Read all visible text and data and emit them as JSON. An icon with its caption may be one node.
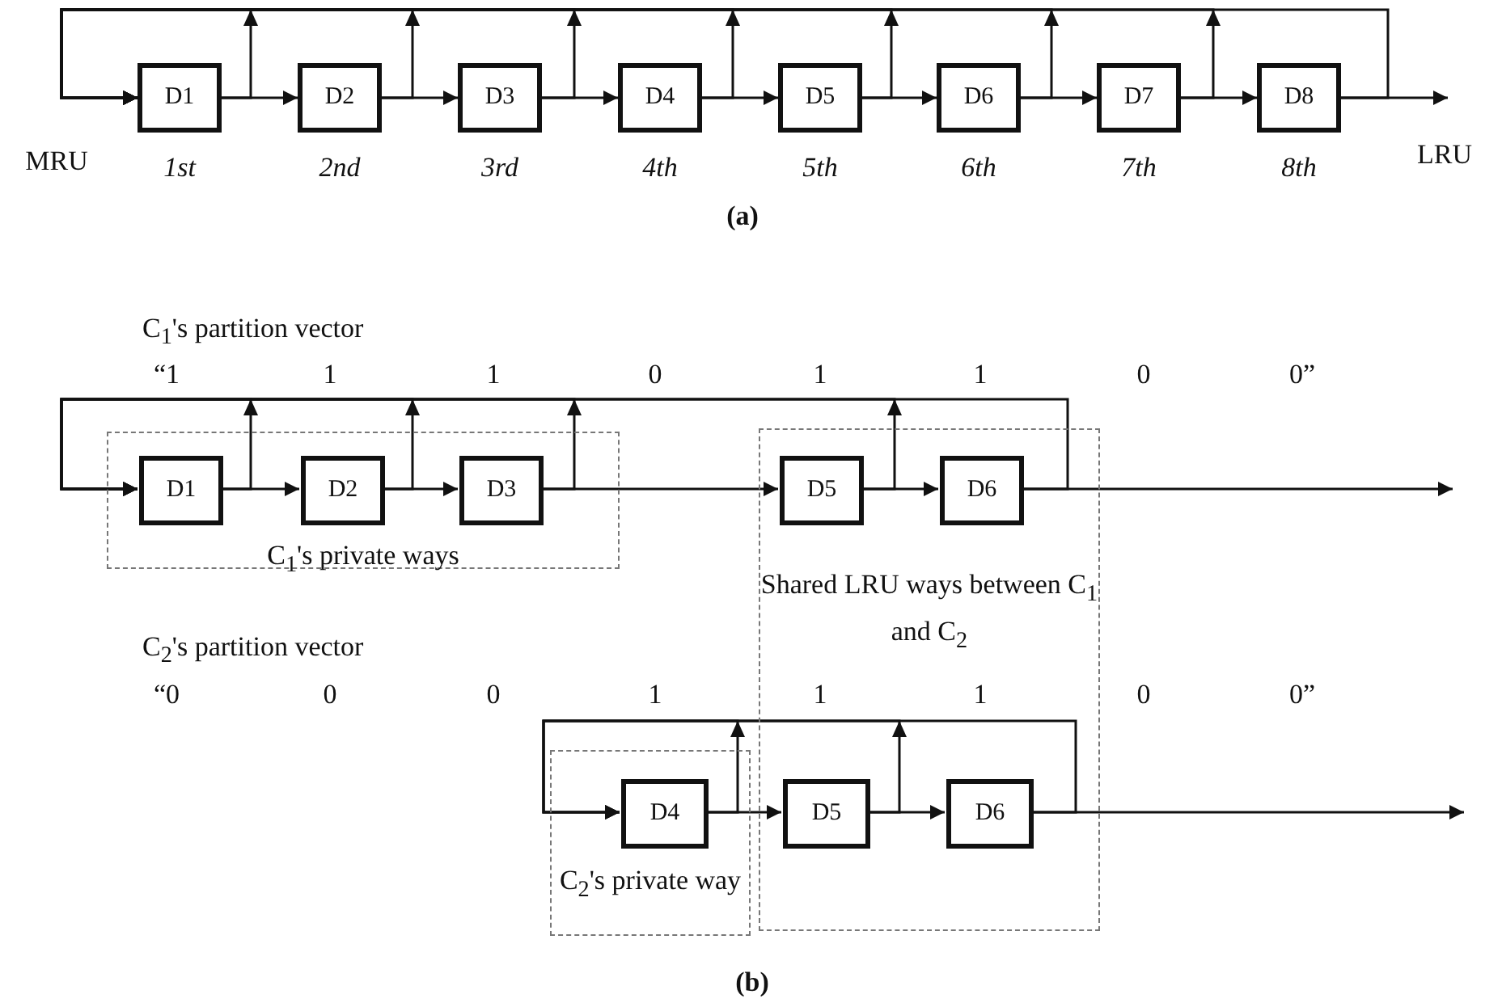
{
  "diagram": {
    "nodes": [
      {
        "text": [
          "D1"
        ]
      },
      {
        "text": [
          "D2"
        ]
      },
      {
        "text": [
          "D3"
        ]
      },
      {
        "text": [
          "D4"
        ]
      },
      {
        "text": [
          "D5"
        ]
      },
      {
        "text": [
          "D6"
        ]
      },
      {
        "text": [
          "D7"
        ]
      },
      {
        "text": [
          "D8"
        ]
      },
      {
        "text": [
          "C$_{1}$'s private ways"
        ]
      },
      {
        "text": [
          "D1"
        ],
        "in": 8
      },
      {
        "text": [
          "D2"
        ],
        "in": 8
      },
      {
        "text": [
          "D3"
        ],
        "in": 8
      },
      {
        "text": [
          "Shared LRU ways between C$_{1}$ and C$_{2}$"
        ]
      },
      {
        "text": [
          "D5"
        ],
        "in": 12
      },
      {
        "text": [
          "D6"
        ],
        "in": 12
      },
      {
        "text": [
          "C$_{2}$'s private way"
        ]
      },
      {
        "text": [
          "D4"
        ],
        "in": 15
      },
      {
        "text": [
          "D5"
        ],
        "in": 12
      },
      {
        "text": [
          "D6"
        ],
        "in": 12
      }
    ],
    "edges": [
      {
        "from": 0,
        "to": 1,
        "arrow": "to"
      },
      {
        "from": 1,
        "to": 2,
        "arrow": "to"
      },
      {
        "from": 2,
        "to": 3,
        "arrow": "to"
      },
      {
        "from": 3,
        "to": 4,
        "arrow": "to"
      },
      {
        "from": 4,
        "to": 5,
        "arrow": "to"
      },
      {
        "from": 5,
        "to": 6,
        "arrow": "to"
      },
      {
        "from": 6,
        "to": 7,
        "arrow": "to"
      },
      {
        "from": 7,
        "to": null,
        "arrow": "to"
      },
      {
        "from": 0,
        "to": 0,
        "arrow": "to"
      },
      {
        "from": 1,
        "to": 0,
        "arrow": "to"
      },
      {
        "from": 2,
        "to": 0,
        "arrow": "to"
      },
      {
        "from": 3,
        "to": 0,
        "arrow": "to"
      },
      {
        "from": 4,
        "to": 0,
        "arrow": "to"
      },
      {
        "from": 5,
        "to": 0,
        "arrow": "to"
      },
      {
        "from": 6,
        "to": 0,
        "arrow": "to"
      },
      {
        "from": 7,
        "to": 0,
        "arrow": "to"
      },
      {
        "from": 9,
        "to": 10,
        "arrow": "to"
      },
      {
        "from": 10,
        "to": 11,
        "arrow": "to"
      },
      {
        "from": 11,
        "to": 13,
        "arrow": "to"
      },
      {
        "from": 13,
        "to": 14,
        "arrow": "to"
      },
      {
        "from": 14,
        "to": null,
        "arrow": "to"
      },
      {
        "from": 9,
        "to": 9,
        "arrow": "to"
      },
      {
        "from": 10,
        "to": 9,
        "arrow": "to"
      },
      {
        "from": 11,
        "to": 9,
        "arrow": "to"
      },
      {
        "from": 13,
        "to": 9,
        "arrow": "to"
      },
      {
        "from": 14,
        "to": 9,
        "arrow": "to"
      },
      {
        "from": 16,
        "to": 17,
        "arrow": "to"
      },
      {
        "from": 17,
        "to": 18,
        "arrow": "to"
      },
      {
        "from": 18,
        "to": null,
        "arrow": "to"
      },
      {
        "from": 16,
        "to": 16,
        "arrow": "to"
      },
      {
        "from": 17,
        "to": 16,
        "arrow": "to"
      },
      {
        "from": 18,
        "to": 16,
        "arrow": "to"
      }
    ],
    "labels": [
      "MRU",
      "1st",
      "2nd",
      "3rd",
      "4th",
      "5th",
      "6th",
      "7th",
      "8th",
      "LRU",
      "(a)",
      "C$_{1}$'s partition vector",
      "“1",
      "1",
      "1",
      "0",
      "1",
      "1",
      "0",
      "0”",
      "C$_{2}$'s partition vector",
      "“0",
      "0",
      "0",
      "1",
      "1",
      "1",
      "0",
      "0”",
      "(b)"
    ]
  }
}
